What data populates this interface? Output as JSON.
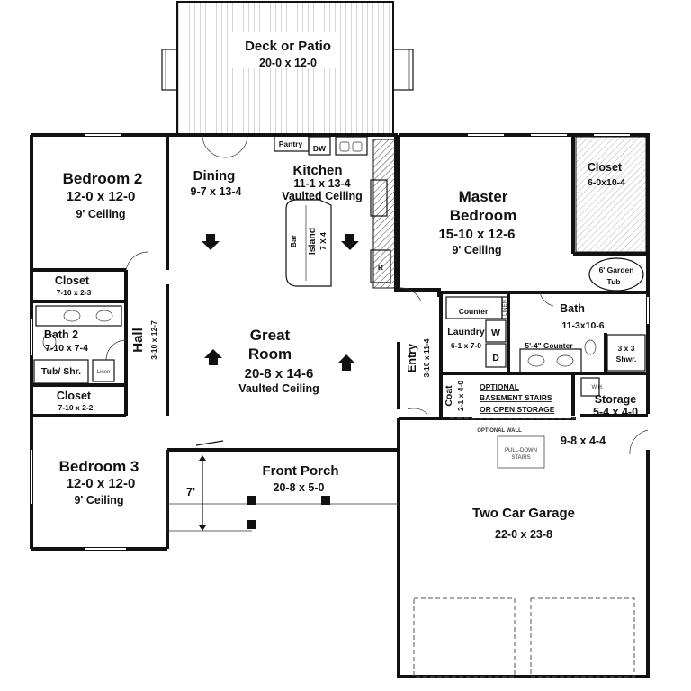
{
  "rooms": {
    "deck": {
      "name": "Deck or Patio",
      "size": "20-0 x 12-0"
    },
    "bedroom2": {
      "name": "Bedroom 2",
      "size": "12-0 x 12-0",
      "ceiling": "9' Ceiling"
    },
    "dining": {
      "name": "Dining",
      "size": "9-7 x 13-4"
    },
    "kitchen": {
      "name": "Kitchen",
      "size": "11-1 x 13-4",
      "ceiling": "Vaulted Ceiling"
    },
    "master": {
      "name1": "Master",
      "name2": "Bedroom",
      "size": "15-10 x 12-6",
      "ceiling": "9' Ceiling"
    },
    "closet_master": {
      "name": "Closet",
      "size": "6-0x10-4"
    },
    "closet_b2": {
      "name": "Closet",
      "size": "7-10 x 2-3"
    },
    "bath2": {
      "name": "Bath 2",
      "size": "7-10 x 7-4"
    },
    "closet_b3": {
      "name": "Closet",
      "size": "7-10 x 2-2"
    },
    "hall": {
      "name": "Hall",
      "size": "3-10 x 12-7"
    },
    "great_room": {
      "name1": "Great",
      "name2": "Room",
      "size": "20-8 x 14-6",
      "ceiling": "Vaulted Ceiling"
    },
    "laundry": {
      "name": "Laundry",
      "size": "6-1 x 7-0"
    },
    "entry": {
      "name": "Entry",
      "size": "3-10 x 11-4"
    },
    "bath": {
      "name": "Bath",
      "size": "11-3x10-6"
    },
    "storage": {
      "name": "Storage",
      "size": "5-4 x 4-0"
    },
    "coat": {
      "name": "Coat",
      "size": "2-1 x 4-0"
    },
    "bedroom3": {
      "name": "Bedroom 3",
      "size": "12-0 x 12-0",
      "ceiling": "9' Ceiling"
    },
    "porch": {
      "name": "Front Porch",
      "size": "20-8 x 5-0"
    },
    "garage": {
      "name": "Two Car Garage",
      "size": "22-0 x 23-8"
    }
  },
  "labels": {
    "pantry": "Pantry",
    "dw": "DW",
    "bar": "Bar",
    "island": "Island",
    "island_size": "7 X 4",
    "r": "R",
    "garden_tub1": "6' Garden",
    "garden_tub2": "Tub",
    "counter": "Counter",
    "linen": "LINEN",
    "w": "W",
    "d": "D",
    "bath_counter": "5'-4\" Counter",
    "shower1": "3 x 3",
    "shower2": "Shwr.",
    "wh": "W.H.",
    "tub_shr": "Tub/ Shr.",
    "linen2": "Linen",
    "optional1": "OPTIONAL",
    "optional2": "BASEMENT STAIRS",
    "optional3": "OR OPEN STORAGE",
    "optional_wall": "OPTIONAL WALL",
    "garage_extra": "9-8 x 4-4",
    "pulldown1": "PULL-DOWN",
    "pulldown2": "STAIRS",
    "porch_dim": "7'"
  }
}
